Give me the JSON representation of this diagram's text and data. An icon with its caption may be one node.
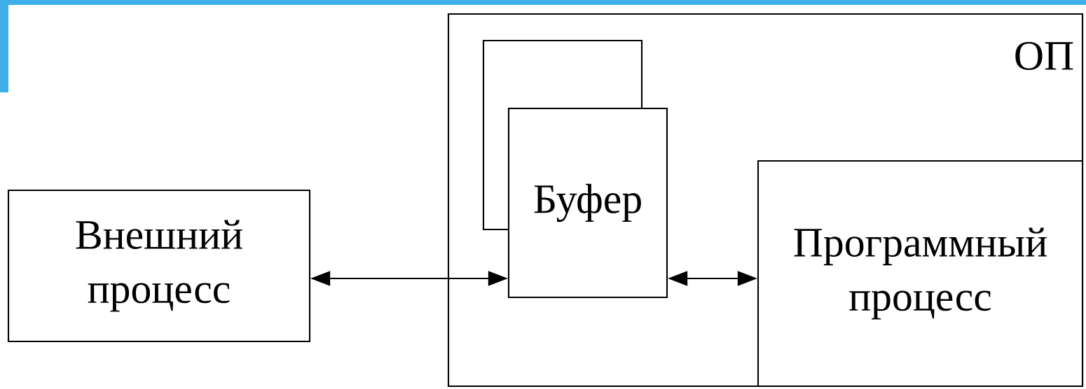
{
  "diagram": {
    "nodes": [
      {
        "text": [
          "Внешний процесс"
        ]
      },
      {
        "text": [
          "ОП"
        ]
      },
      {
        "text": [],
        "shape": "box",
        "in": 1
      },
      {
        "text": [
          "Буфер"
        ],
        "in": 1
      },
      {
        "text": [
          "Программный процесс"
        ],
        "in": 1
      }
    ],
    "edges": [
      {
        "from": 0,
        "to": 3,
        "arrow": "both"
      },
      {
        "from": 3,
        "to": 4,
        "arrow": "both"
      }
    ]
  }
}
